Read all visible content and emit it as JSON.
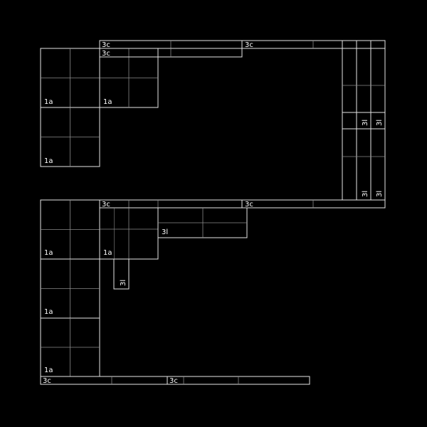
{
  "colors": {
    "background": "#000000",
    "outer": "#e6e6e6",
    "inner": "#8a8a8a",
    "label": "#ffffff"
  },
  "labels": {
    "l1a": "1a",
    "l3c": "3c",
    "l3l": "3l"
  }
}
